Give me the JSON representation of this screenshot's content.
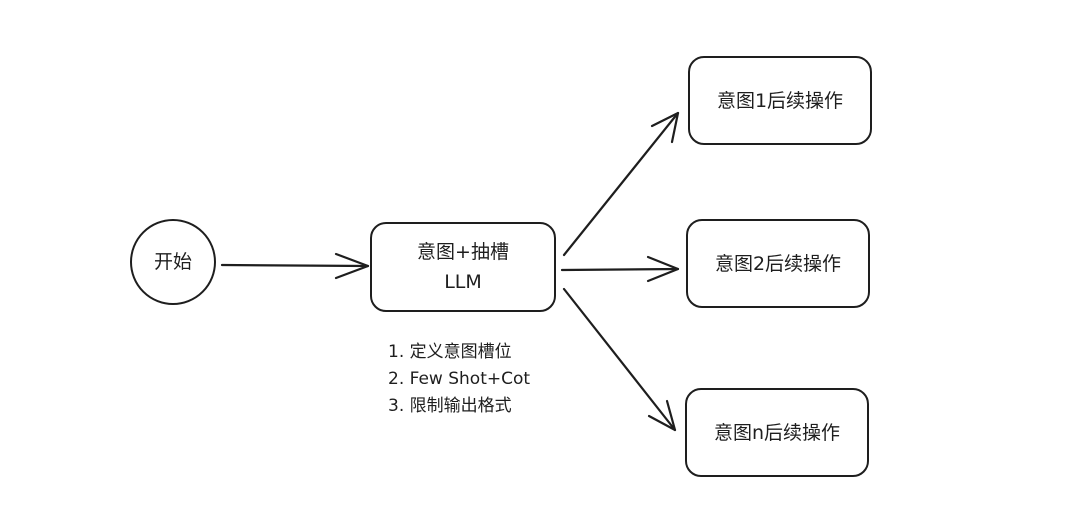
{
  "nodes": {
    "start": {
      "label": "开始"
    },
    "llm": {
      "line1": "意图+抽槽",
      "line2": "LLM"
    },
    "intent1": {
      "label": "意图1后续操作"
    },
    "intent2": {
      "label": "意图2后续操作"
    },
    "intentn": {
      "label": "意图n后续操作"
    }
  },
  "notes": [
    "1. 定义意图槽位",
    "2. Few Shot+Cot",
    "3. 限制输出格式"
  ],
  "colors": {
    "stroke": "#1e1e1e",
    "background": "#ffffff"
  }
}
